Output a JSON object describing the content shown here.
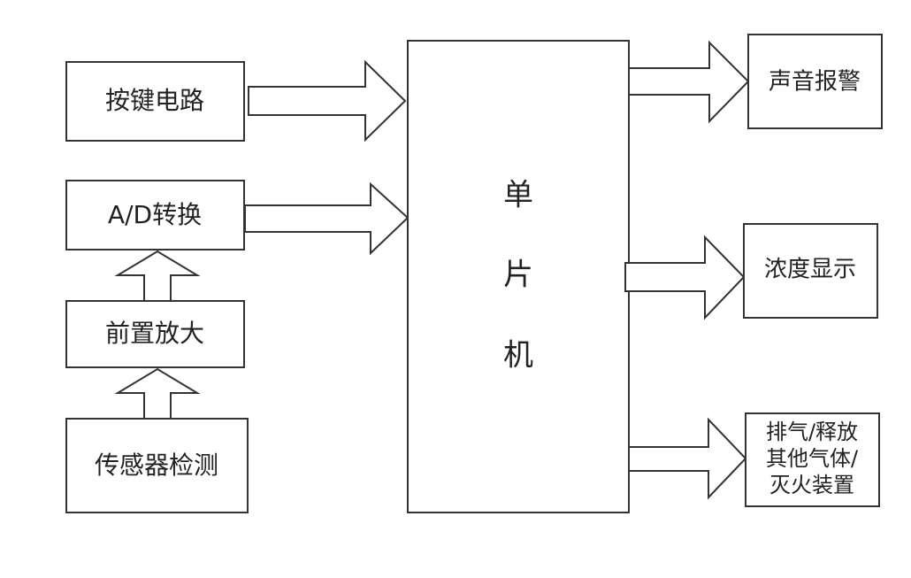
{
  "blocks": {
    "key_circuit": "按键电路",
    "ad_convert": "A/D转换",
    "preamp": "前置放大",
    "sensor": "传感器检测",
    "mcu": [
      "单",
      "片",
      "机"
    ],
    "sound_alarm": "声音报警",
    "concentration_display": "浓度显示",
    "exhaust_release": [
      "排气/释放",
      "其他气体/",
      "灭火装置"
    ]
  },
  "colors": {
    "stroke": "#333333",
    "fill": "#ffffff",
    "text": "#222222"
  }
}
